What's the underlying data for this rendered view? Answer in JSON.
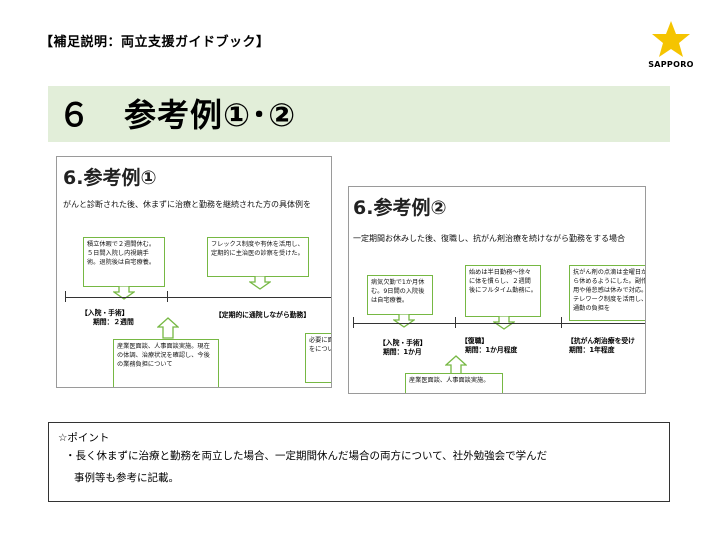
{
  "header": {
    "label": "【補足説明：両立支援ガイドブック】"
  },
  "logo": {
    "text": "SAPPORO",
    "icon": "star-icon",
    "color": "#f5c400"
  },
  "title": "６　参考例①･②",
  "title_band_color": "#e2eed9",
  "example1": {
    "title": "6.参考例①",
    "subtitle": "がんと診断された後、休まずに治療と勤務を継続された方の具体例を",
    "boxes": [
      "積立休暇で２週間休む。５日間入院し内視鏡手術。退院後は自宅療養。",
      "フレックス制度や有休を活用し、定期的に主治医の診察を受けた。",
      "産業医面談、人事面談実施。現在の体調、治療状況を確認し、今後の業務負担について",
      "必要に面談をについて"
    ],
    "phases": [
      {
        "name": "【入院・手術】",
        "period": "期間：２週間"
      },
      {
        "name": "【定期的に通院しながら勤務】",
        "period": ""
      }
    ]
  },
  "example2": {
    "title": "6.参考例②",
    "subtitle": "一定期間お休みした後、復職し、抗がん剤治療を続けながら勤務をする場合",
    "boxes": [
      "病気欠勤で1か月休む。9日間の入院後は自宅療養。",
      "始めは半日勤務～徐々に体を慣らし、２週間後にフルタイム勤務に。",
      "抗がん剤の点滴は金曜日から休めるようにした。副作用や倦怠感は休みで対応。テレワーク制度を活用し、通勤の負担を",
      "産業医面談、人事面談実施。"
    ],
    "phases": [
      {
        "name": "【入院・手術】",
        "period": "期間：1か月"
      },
      {
        "name": "【復職】",
        "period": "期間：1か月程度"
      },
      {
        "name": "【抗がん剤治療を受け",
        "period": "期間：1年程度"
      }
    ]
  },
  "point": {
    "title": "☆ポイント",
    "line1": "・長く休まずに治療と勤務を両立した場合、一定期間休んだ場合の両方について、社外勉強会で学んだ",
    "line2": "事例等も参考に記載。"
  }
}
